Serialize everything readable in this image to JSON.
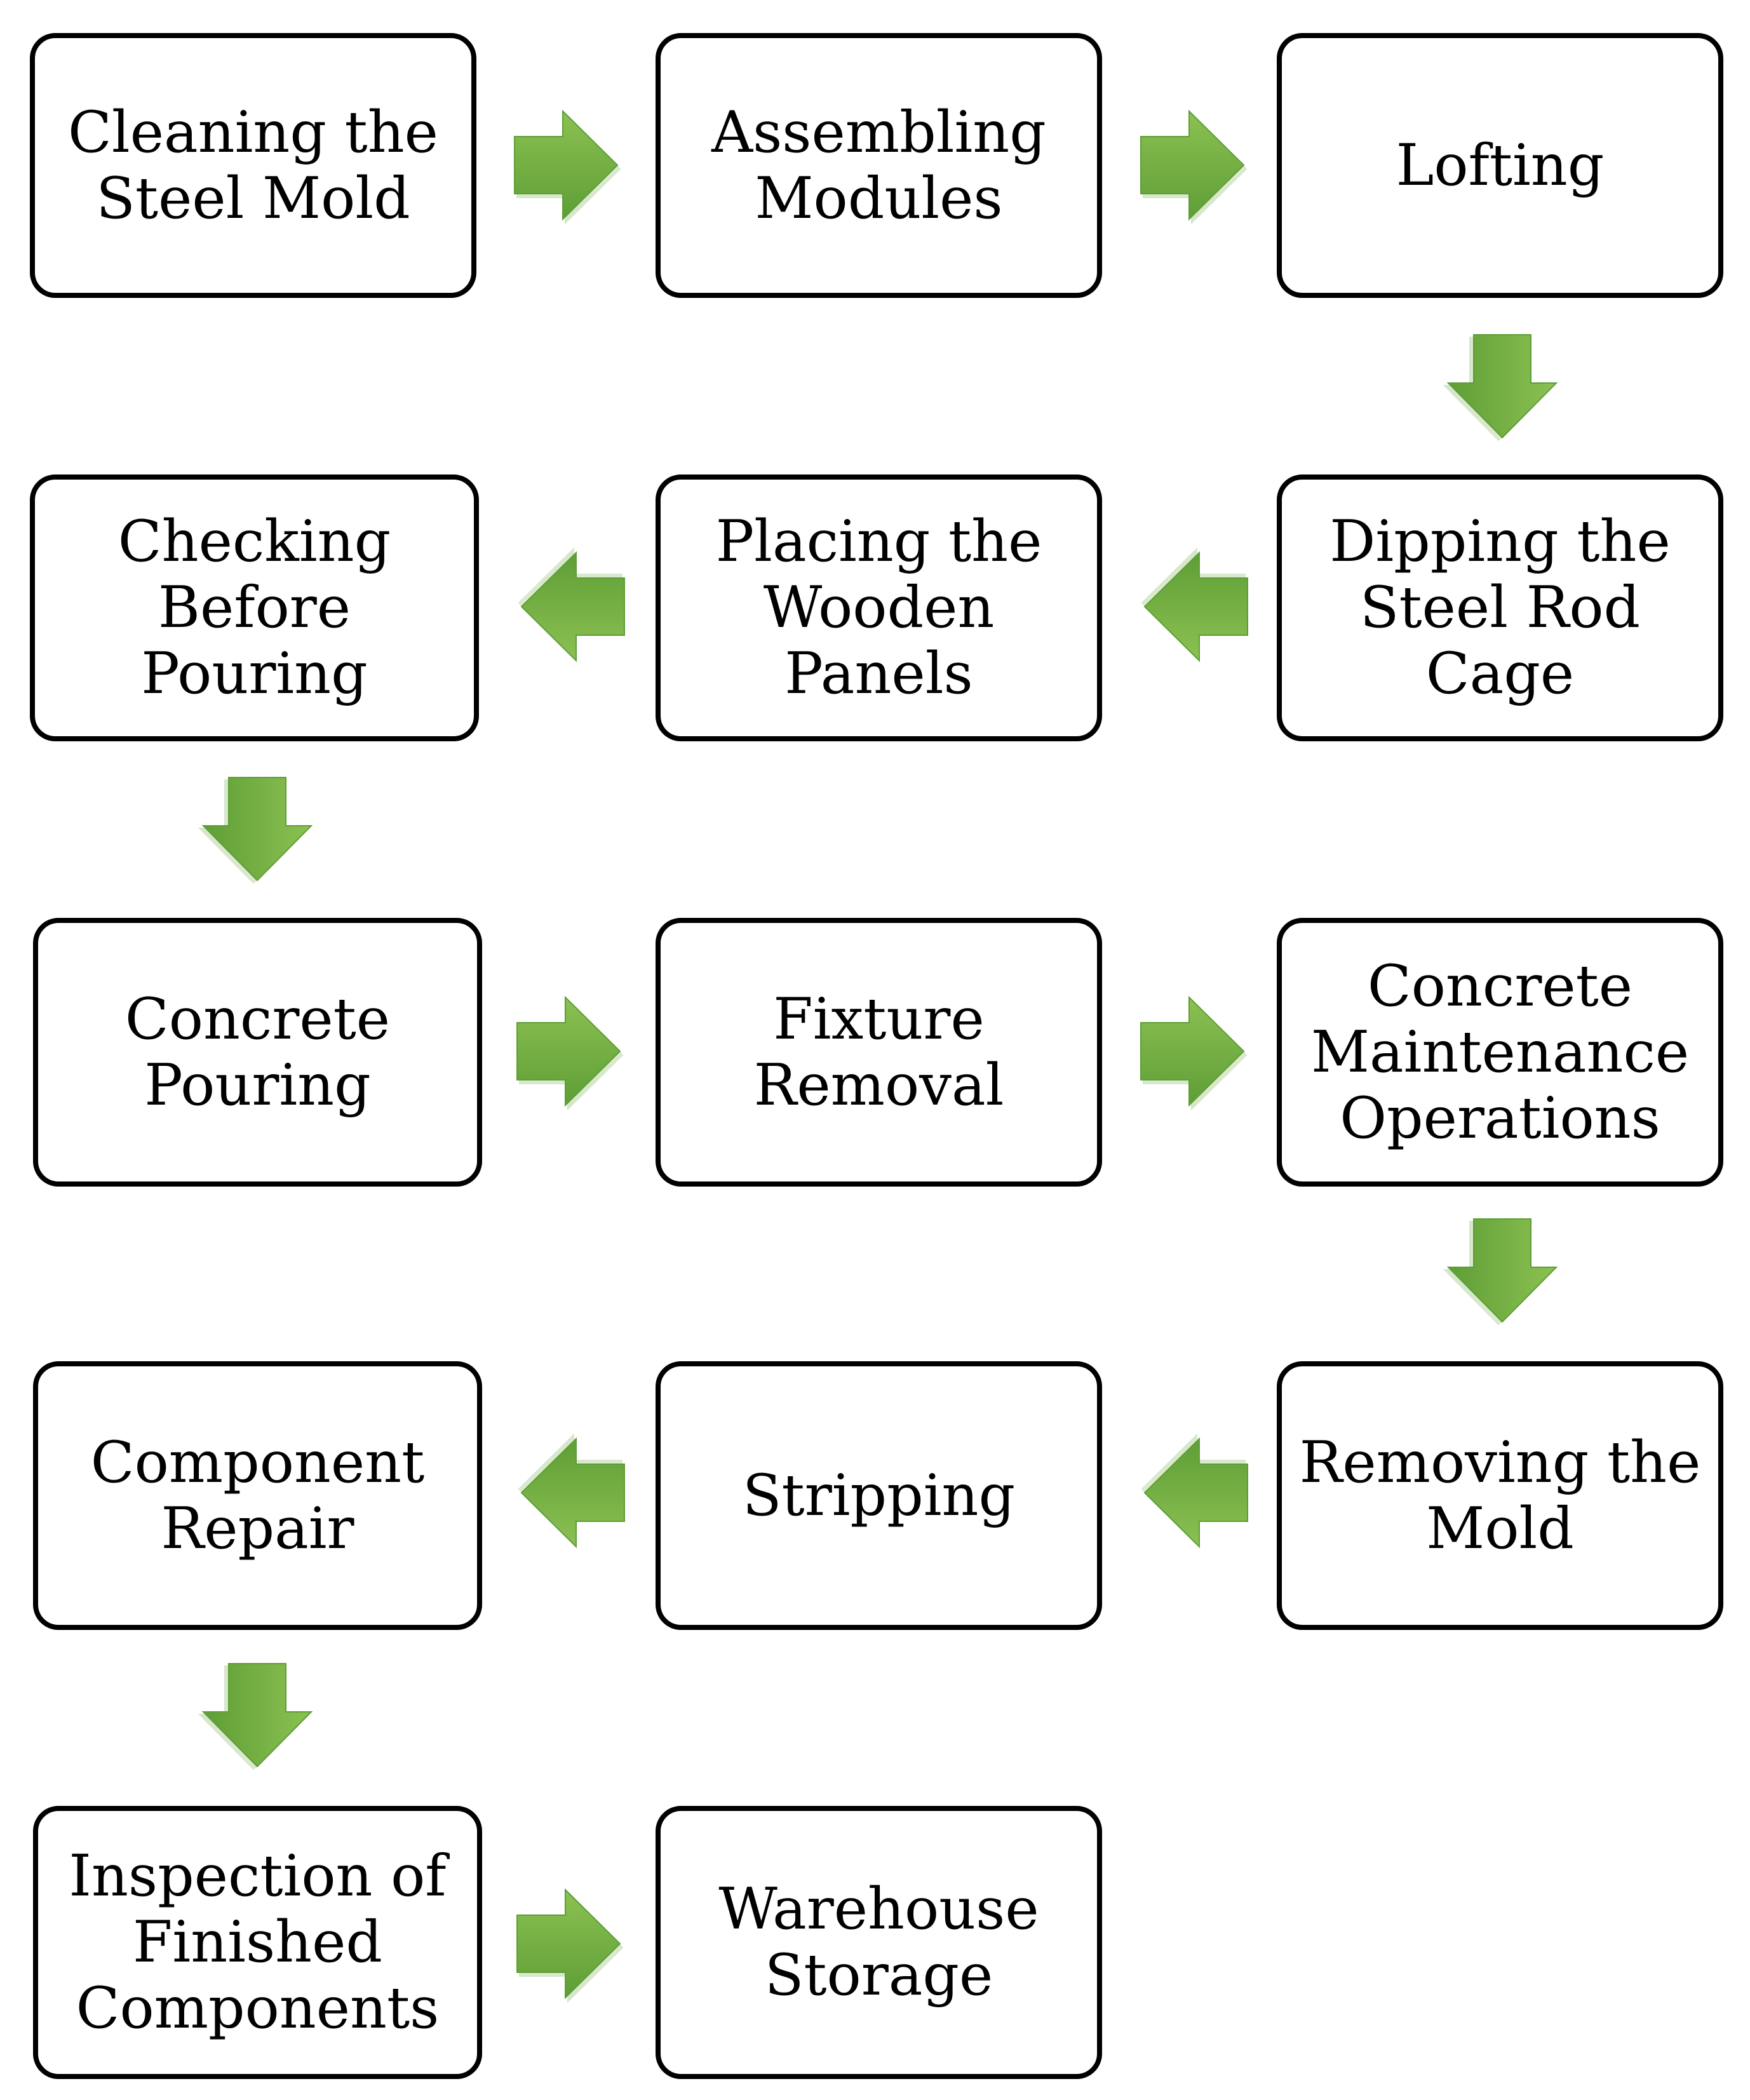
{
  "steps": [
    {
      "label": "Cleaning the\nSteel Mold"
    },
    {
      "label": "Assembling\nModules"
    },
    {
      "label": "Lofting"
    },
    {
      "label": "Dipping the\nSteel Rod\nCage"
    },
    {
      "label": "Placing  the\nWooden\nPanels"
    },
    {
      "label": "Checking\nBefore\nPouring"
    },
    {
      "label": "Concrete\nPouring"
    },
    {
      "label": "Fixture\nRemoval"
    },
    {
      "label": "Concrete\nMaintenance\nOperations"
    },
    {
      "label": "Removing the\nMold"
    },
    {
      "label": "Stripping"
    },
    {
      "label": "Component\nRepair"
    },
    {
      "label": "Inspection of\nFinished\nComponents"
    },
    {
      "label": "Warehouse\nStorage"
    }
  ],
  "colors": {
    "arrow_light": "#8CC152",
    "arrow_dark": "#5E9E36",
    "box_border": "#000000"
  },
  "icons": {
    "arrow": "arrow-icon"
  }
}
